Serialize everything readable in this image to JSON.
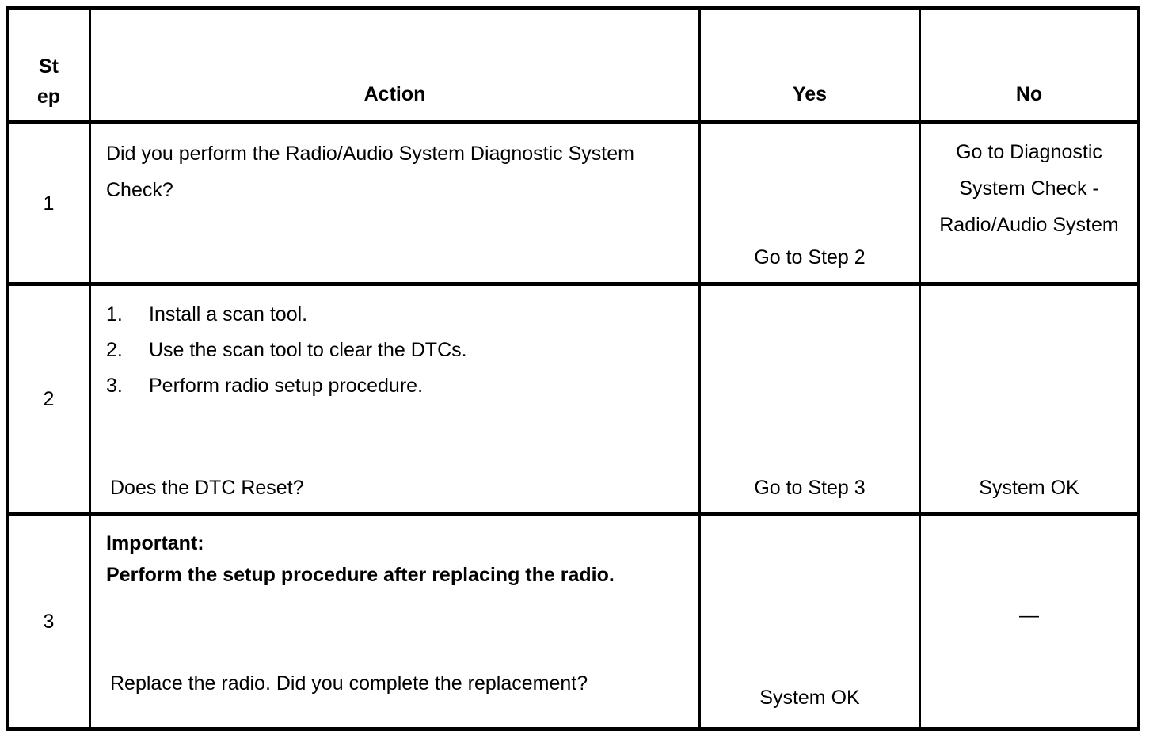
{
  "table": {
    "headers": {
      "step": [
        "St",
        "ep"
      ],
      "action": "Action",
      "yes": "Yes",
      "no": "No"
    },
    "rows": [
      {
        "step": "1",
        "action_text": "Did you perform the Radio/Audio System Diagnostic System Check?",
        "yes": "Go to Step 2",
        "no": "Go to Diagnostic System Check - Radio/Audio System"
      },
      {
        "step": "2",
        "list": [
          {
            "num": "1.",
            "text": "Install a scan tool."
          },
          {
            "num": "2.",
            "text": "Use the scan tool to clear the DTCs."
          },
          {
            "num": "3.",
            "text": "Perform radio setup procedure."
          }
        ],
        "question": "Does the DTC Reset?",
        "yes": "Go to Step 3",
        "no": "System OK"
      },
      {
        "step": "3",
        "important_label": "Important:",
        "important_text": "Perform the setup procedure after replacing the radio.",
        "question": "Replace the radio. Did you complete the replacement?",
        "yes": "System OK",
        "no": "—"
      }
    ]
  },
  "colors": {
    "border": "#000000",
    "background": "#ffffff",
    "text": "#000000"
  }
}
